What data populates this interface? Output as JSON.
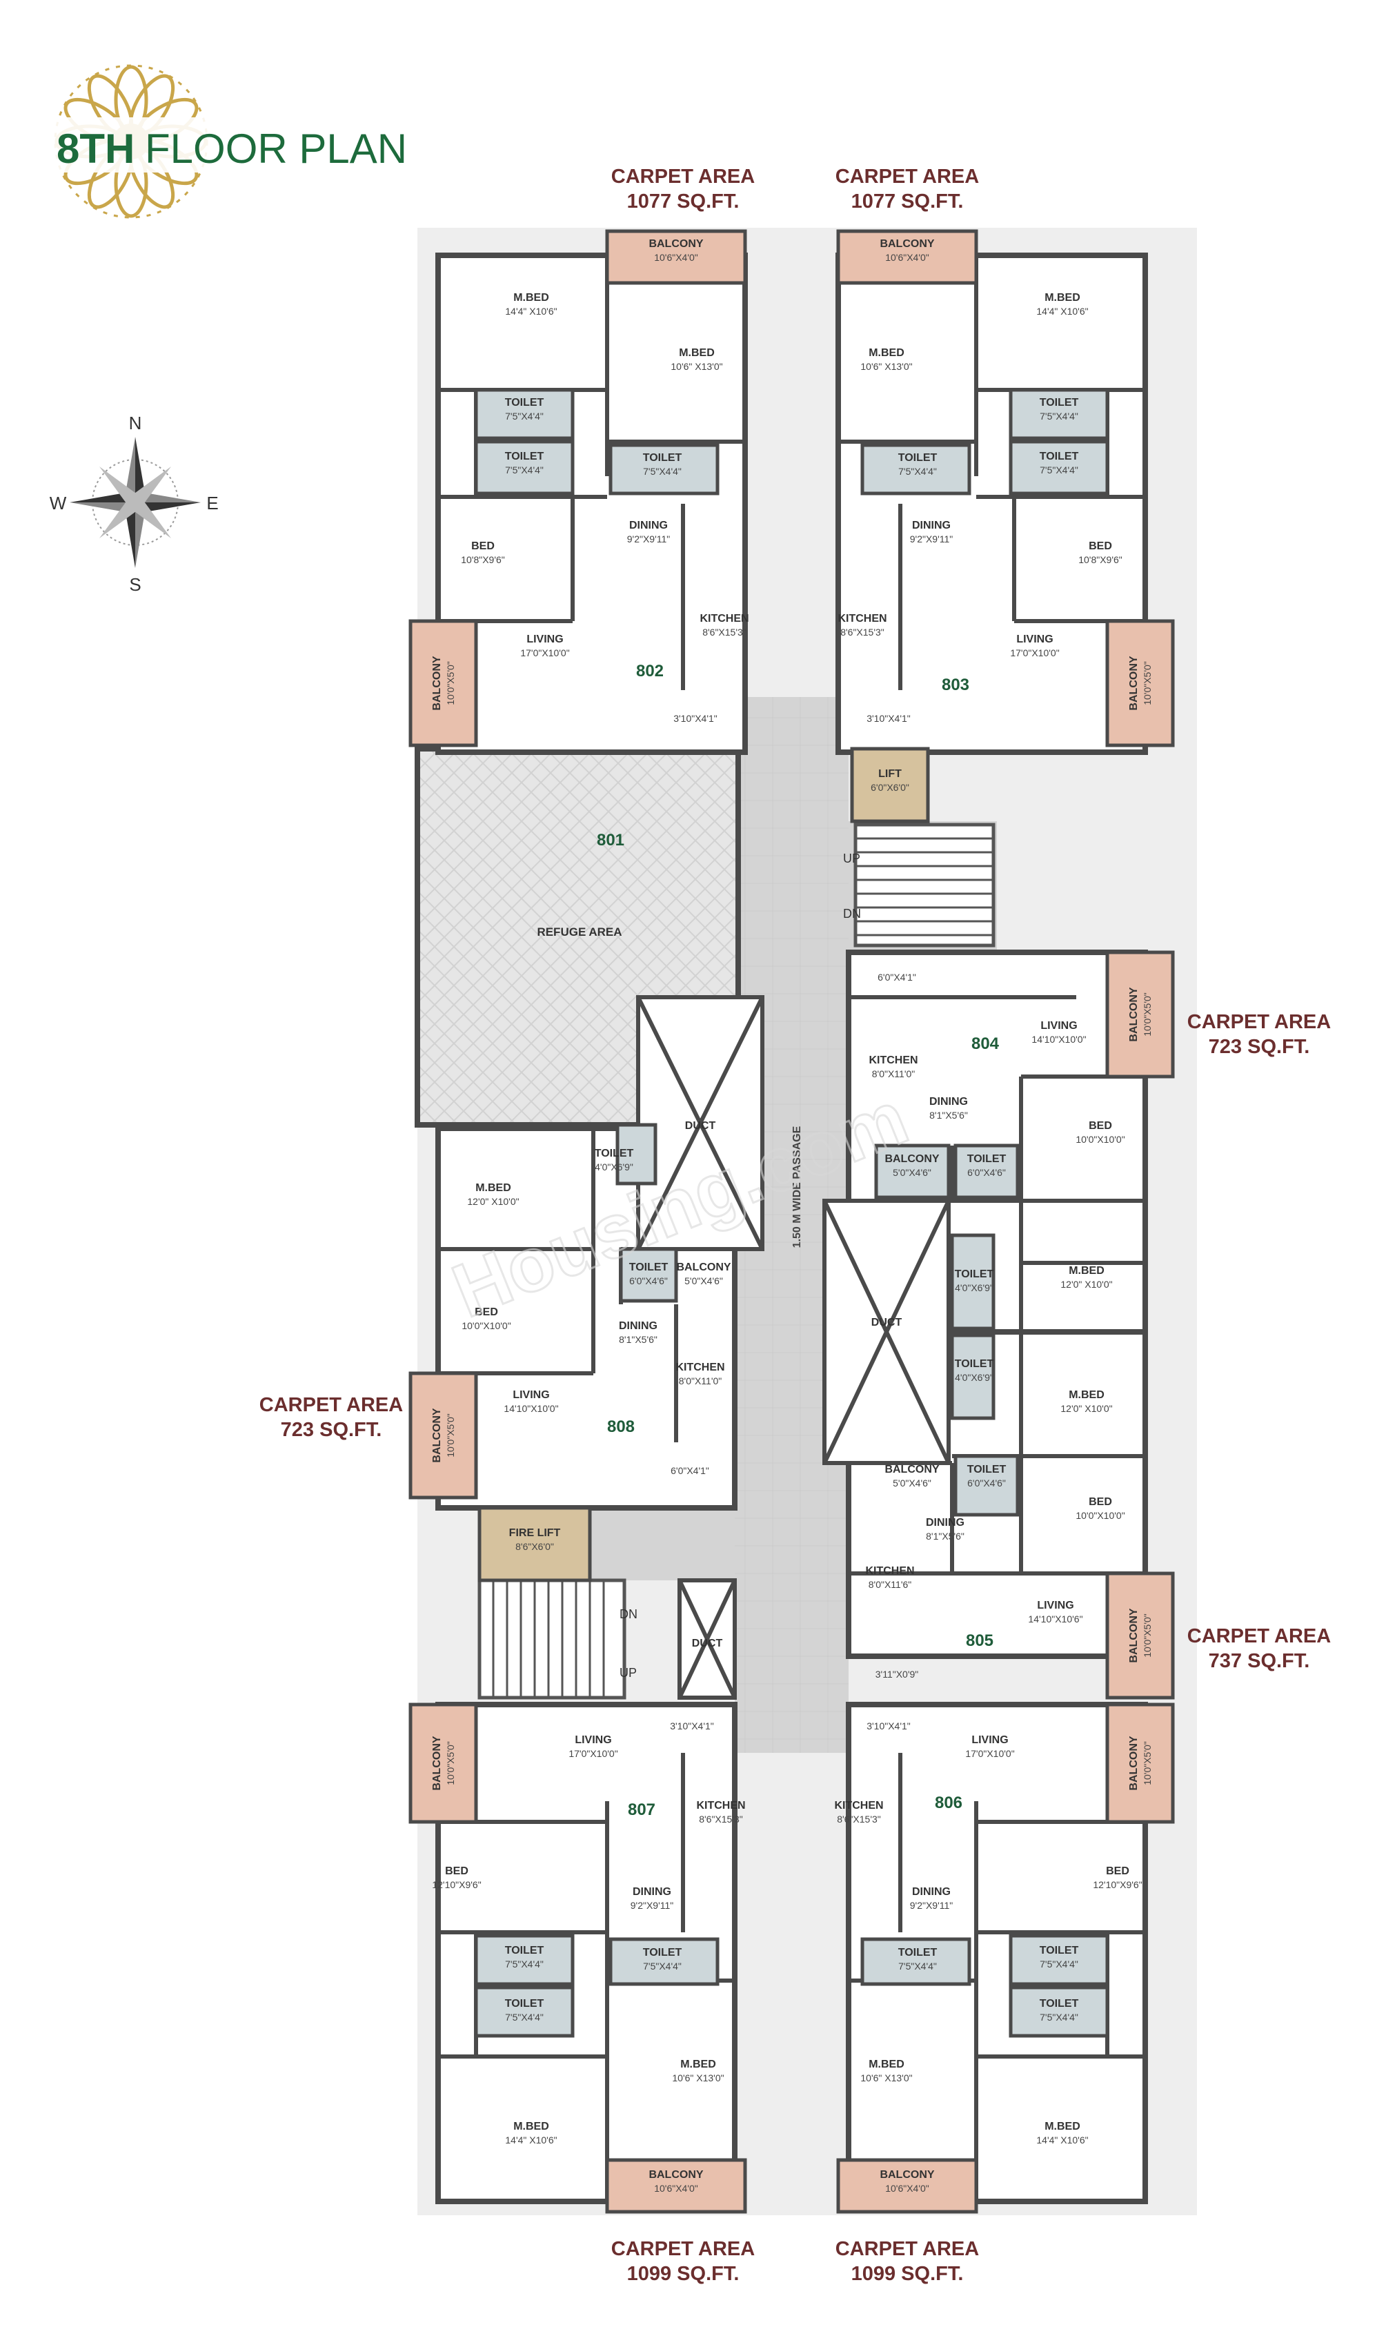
{
  "colors": {
    "wall": "#4a4a4a",
    "floor": "#ffffff",
    "balcony": "#e8c0ad",
    "lift": "#d6c29e",
    "toilet": "#cdd7da",
    "passage": "#d2d2d2",
    "refuge": "#e3e3e3",
    "carpet_label": "#6b2e2e",
    "unit_number": "#1f5c3a",
    "title_green": "#1d6b3c",
    "gold": "#c9a64a"
  },
  "header": {
    "title_bold": "8TH",
    "title_rest": "FLOOR PLAN",
    "logo_icon": "lotus-mandala-icon"
  },
  "compass": {
    "n": "N",
    "s": "S",
    "e": "E",
    "w": "W",
    "icon": "compass-rose-icon"
  },
  "watermark": "Housing.com",
  "passage_label": "1.50 M WIDE PASSAGE",
  "carpet_areas": [
    {
      "id": "ca-802",
      "line1": "CARPET AREA",
      "line2": "1077 SQ.FT."
    },
    {
      "id": "ca-803",
      "line1": "CARPET AREA",
      "line2": "1077 SQ.FT."
    },
    {
      "id": "ca-804",
      "line1": "CARPET AREA",
      "line2": "723 SQ.FT."
    },
    {
      "id": "ca-808",
      "line1": "CARPET AREA",
      "line2": "723 SQ.FT."
    },
    {
      "id": "ca-805",
      "line1": "CARPET AREA",
      "line2": "737 SQ.FT."
    },
    {
      "id": "ca-807",
      "line1": "CARPET AREA",
      "line2": "1099 SQ.FT."
    },
    {
      "id": "ca-806",
      "line1": "CARPET AREA",
      "line2": "1099 SQ.FT."
    }
  ],
  "units": [
    "801",
    "802",
    "803",
    "804",
    "805",
    "806",
    "807",
    "808"
  ],
  "rooms": [
    {
      "id": "u802-mbed1",
      "name": "M.BED",
      "dim": "14'4\" X10'6\""
    },
    {
      "id": "u802-balc1",
      "name": "BALCONY",
      "dim": "10'6\"X4'0\""
    },
    {
      "id": "u802-mbed2",
      "name": "M.BED",
      "dim": "10'6\" X13'0\""
    },
    {
      "id": "u802-toilet1",
      "name": "TOILET",
      "dim": "7'5\"X4'4\""
    },
    {
      "id": "u802-toilet2",
      "name": "TOILET",
      "dim": "7'5\"X4'4\""
    },
    {
      "id": "u802-toilet3",
      "name": "TOILET",
      "dim": "7'5\"X4'4\""
    },
    {
      "id": "u802-bed",
      "name": "BED",
      "dim": "10'8\"X9'6\""
    },
    {
      "id": "u802-dining",
      "name": "DINING",
      "dim": "9'2\"X9'11\""
    },
    {
      "id": "u802-kitchen",
      "name": "KITCHEN",
      "dim": "8'6\"X15'3\""
    },
    {
      "id": "u802-living",
      "name": "LIVING",
      "dim": "17'0\"X10'0\""
    },
    {
      "id": "u802-balc2",
      "name": "BALCONY",
      "dim": "10'0\"X5'0\""
    },
    {
      "id": "u802-foyer",
      "name": "",
      "dim": "3'10\"X4'1\""
    },
    {
      "id": "u803-balc1",
      "name": "BALCONY",
      "dim": "10'6\"X4'0\""
    },
    {
      "id": "u803-mbed1",
      "name": "M.BED",
      "dim": "14'4\" X10'6\""
    },
    {
      "id": "u803-mbed2",
      "name": "M.BED",
      "dim": "10'6\" X13'0\""
    },
    {
      "id": "u803-toilet1",
      "name": "TOILET",
      "dim": "7'5\"X4'4\""
    },
    {
      "id": "u803-toilet2",
      "name": "TOILET",
      "dim": "7'5\"X4'4\""
    },
    {
      "id": "u803-toilet3",
      "name": "TOILET",
      "dim": "7'5\"X4'4\""
    },
    {
      "id": "u803-dining",
      "name": "DINING",
      "dim": "9'2\"X9'11\""
    },
    {
      "id": "u803-bed",
      "name": "BED",
      "dim": "10'8\"X9'6\""
    },
    {
      "id": "u803-kitchen",
      "name": "KITCHEN",
      "dim": "8'6\"X15'3\""
    },
    {
      "id": "u803-living",
      "name": "LIVING",
      "dim": "17'0\"X10'0\""
    },
    {
      "id": "u803-balc2",
      "name": "BALCONY",
      "dim": "10'0\"X5'0\""
    },
    {
      "id": "u803-foyer",
      "name": "",
      "dim": "3'10\"X4'1\""
    },
    {
      "id": "lift",
      "name": "LIFT",
      "dim": "6'0\"X6'0\""
    },
    {
      "id": "refuge",
      "name": "REFUGE AREA",
      "dim": ""
    },
    {
      "id": "duct1",
      "name": "DUCT",
      "dim": ""
    },
    {
      "id": "duct2",
      "name": "DUCT",
      "dim": ""
    },
    {
      "id": "duct3",
      "name": "DUCT",
      "dim": ""
    },
    {
      "id": "fire-lift",
      "name": "FIRE LIFT",
      "dim": "8'6\"X6'0\""
    },
    {
      "id": "u804-foyer",
      "name": "",
      "dim": "6'0\"X4'1\""
    },
    {
      "id": "u804-living",
      "name": "LIVING",
      "dim": "14'10\"X10'0\""
    },
    {
      "id": "u804-balc1",
      "name": "BALCONY",
      "dim": "10'0\"X5'0\""
    },
    {
      "id": "u804-kitchen",
      "name": "KITCHEN",
      "dim": "8'0\"X11'0\""
    },
    {
      "id": "u804-dining",
      "name": "DINING",
      "dim": "8'1\"X5'6\""
    },
    {
      "id": "u804-bed",
      "name": "BED",
      "dim": "10'0\"X10'0\""
    },
    {
      "id": "u804-balc2",
      "name": "BALCONY",
      "dim": "5'0\"X4'6\""
    },
    {
      "id": "u804-toilet1",
      "name": "TOILET",
      "dim": "6'0\"X4'6\""
    },
    {
      "id": "u804-toilet2",
      "name": "TOILET",
      "dim": "4'0\"X6'9\""
    },
    {
      "id": "u804-mbed",
      "name": "M.BED",
      "dim": "12'0\" X10'0\""
    },
    {
      "id": "u808-mbed",
      "name": "M.BED",
      "dim": "12'0\" X10'0\""
    },
    {
      "id": "u808-toilet1",
      "name": "TOILET",
      "dim": "4'0\"X6'9\""
    },
    {
      "id": "u808-toilet2",
      "name": "TOILET",
      "dim": "6'0\"X4'6\""
    },
    {
      "id": "u808-balc1",
      "name": "BALCONY",
      "dim": "5'0\"X4'6\""
    },
    {
      "id": "u808-bed",
      "name": "BED",
      "dim": "10'0\"X10'0\""
    },
    {
      "id": "u808-dining",
      "name": "DINING",
      "dim": "8'1\"X5'6\""
    },
    {
      "id": "u808-kitchen",
      "name": "KITCHEN",
      "dim": "8'0\"X11'0\""
    },
    {
      "id": "u808-living",
      "name": "LIVING",
      "dim": "14'10\"X10'0\""
    },
    {
      "id": "u808-balc2",
      "name": "BALCONY",
      "dim": "10'0\"X5'0\""
    },
    {
      "id": "u808-foyer",
      "name": "",
      "dim": "6'0\"X4'1\""
    },
    {
      "id": "u805-toilet1",
      "name": "TOILET",
      "dim": "4'0\"X6'9\""
    },
    {
      "id": "u805-mbed",
      "name": "M.BED",
      "dim": "12'0\" X10'0\""
    },
    {
      "id": "u805-balc1",
      "name": "BALCONY",
      "dim": "5'0\"X4'6\""
    },
    {
      "id": "u805-toilet2",
      "name": "TOILET",
      "dim": "6'0\"X4'6\""
    },
    {
      "id": "u805-bed",
      "name": "BED",
      "dim": "10'0\"X10'0\""
    },
    {
      "id": "u805-dining",
      "name": "DINING",
      "dim": "8'1\"X5'6\""
    },
    {
      "id": "u805-kitchen",
      "name": "KITCHEN",
      "dim": "8'0\"X11'6\""
    },
    {
      "id": "u805-living",
      "name": "LIVING",
      "dim": "14'10\"X10'6\""
    },
    {
      "id": "u805-balc2",
      "name": "BALCONY",
      "dim": "10'0\"X5'0\""
    },
    {
      "id": "u805-foyer",
      "name": "",
      "dim": "3'11\"X0'9\""
    },
    {
      "id": "u807-balc1",
      "name": "BALCONY",
      "dim": "10'0\"X5'0\""
    },
    {
      "id": "u807-living",
      "name": "LIVING",
      "dim": "17'0\"X10'0\""
    },
    {
      "id": "u807-foyer",
      "name": "",
      "dim": "3'10\"X4'1\""
    },
    {
      "id": "u807-kitchen",
      "name": "KITCHEN",
      "dim": "8'6\"X15'3\""
    },
    {
      "id": "u807-bed",
      "name": "BED",
      "dim": "12'10\"X9'6\""
    },
    {
      "id": "u807-dining",
      "name": "DINING",
      "dim": "9'2\"X9'11\""
    },
    {
      "id": "u807-toilet1",
      "name": "TOILET",
      "dim": "7'5\"X4'4\""
    },
    {
      "id": "u807-toilet2",
      "name": "TOILET",
      "dim": "7'5\"X4'4\""
    },
    {
      "id": "u807-toilet3",
      "name": "TOILET",
      "dim": "7'5\"X4'4\""
    },
    {
      "id": "u807-mbed2",
      "name": "M.BED",
      "dim": "10'6\" X13'0\""
    },
    {
      "id": "u807-mbed1",
      "name": "M.BED",
      "dim": "14'4\" X10'6\""
    },
    {
      "id": "u807-balc2",
      "name": "BALCONY",
      "dim": "10'6\"X4'0\""
    },
    {
      "id": "u806-foyer",
      "name": "",
      "dim": "3'10\"X4'1\""
    },
    {
      "id": "u806-living",
      "name": "LIVING",
      "dim": "17'0\"X10'0\""
    },
    {
      "id": "u806-balc1",
      "name": "BALCONY",
      "dim": "10'0\"X5'0\""
    },
    {
      "id": "u806-kitchen",
      "name": "KITCHEN",
      "dim": "8'6\"X15'3\""
    },
    {
      "id": "u806-dining",
      "name": "DINING",
      "dim": "9'2\"X9'11\""
    },
    {
      "id": "u806-bed",
      "name": "BED",
      "dim": "12'10\"X9'6\""
    },
    {
      "id": "u806-toilet1",
      "name": "TOILET",
      "dim": "7'5\"X4'4\""
    },
    {
      "id": "u806-toilet2",
      "name": "TOILET",
      "dim": "7'5\"X4'4\""
    },
    {
      "id": "u806-toilet3",
      "name": "TOILET",
      "dim": "7'5\"X4'4\""
    },
    {
      "id": "u806-mbed2",
      "name": "M.BED",
      "dim": "10'6\" X13'0\""
    },
    {
      "id": "u806-mbed1",
      "name": "M.BED",
      "dim": "14'4\" X10'6\""
    },
    {
      "id": "u806-balc2",
      "name": "BALCONY",
      "dim": "10'6\"X4'0\""
    }
  ],
  "stairs": [
    {
      "id": "stair-top",
      "up": "UP",
      "dn": "DN"
    },
    {
      "id": "stair-bottom",
      "up": "UP",
      "dn": "DN"
    }
  ]
}
